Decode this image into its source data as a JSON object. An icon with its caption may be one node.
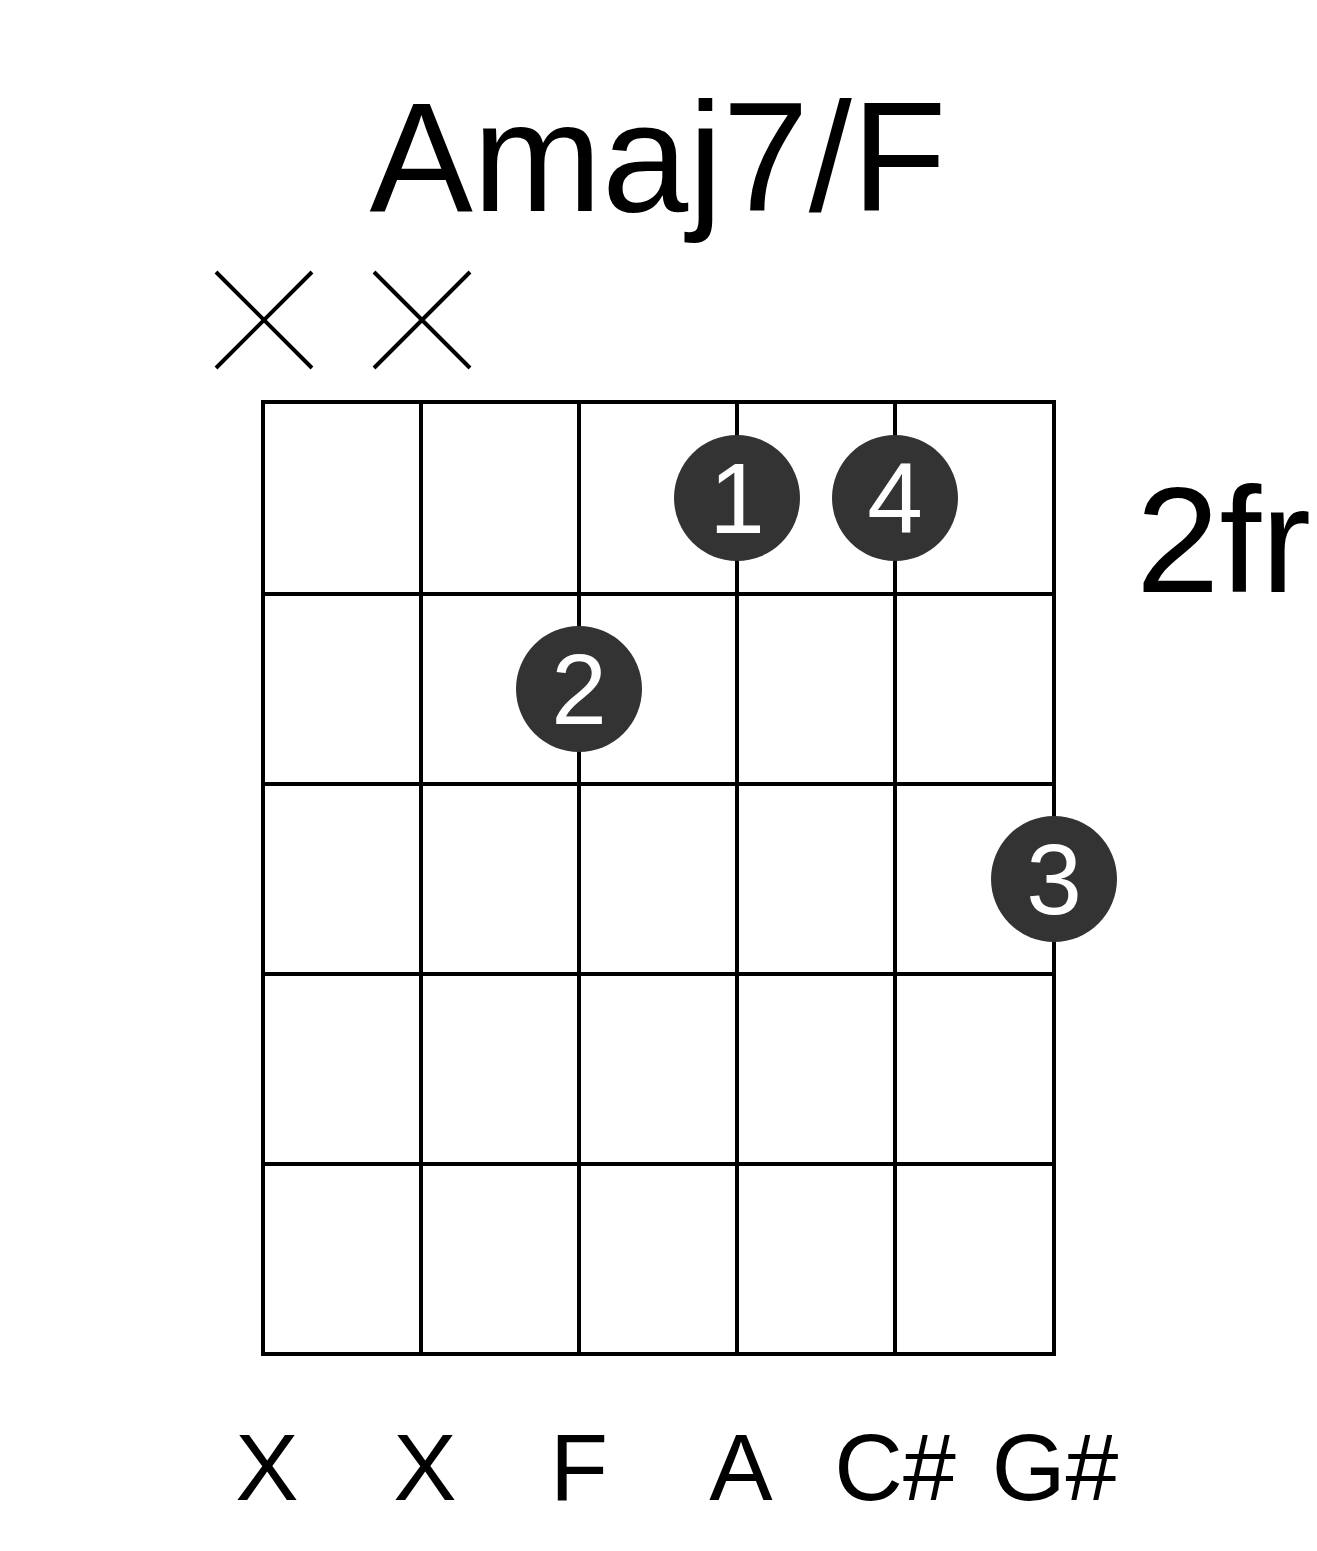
{
  "diagram": {
    "title": "Amaj7/F",
    "nodes": [
      {
        "text": [
          "1"
        ]
      },
      {
        "text": [
          "4"
        ]
      },
      {
        "text": [
          "2"
        ]
      },
      {
        "text": [
          "3"
        ]
      }
    ],
    "labels": [
      "2fr",
      "X",
      "X",
      "F",
      "A",
      "C#",
      "G#"
    ]
  }
}
